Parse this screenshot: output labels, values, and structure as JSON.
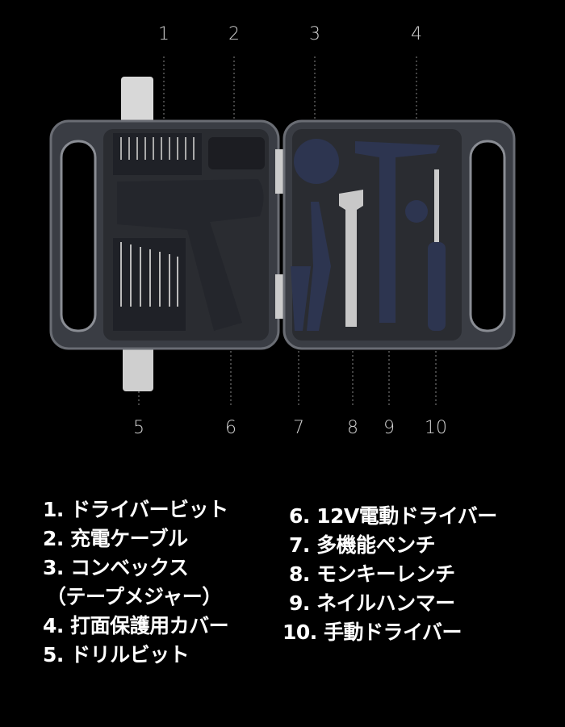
{
  "callout_numbers": {
    "top": [
      "1",
      "2",
      "3",
      "4"
    ],
    "bottom": [
      "5",
      "6",
      "7",
      "8",
      "9",
      "10"
    ]
  },
  "legend": {
    "left": [
      "1. ドライバービット",
      "2. 充電ケーブル",
      "3. コンベックス",
      "（テープメジャー）",
      "4. 打面保護用カバー",
      "5. ドリルビット"
    ],
    "right": [
      "6. 12V電動ドライバー",
      "7. 多機能ペンチ",
      "8. モンキーレンチ",
      "9. ネイルハンマー",
      "10. 手動ドライバー"
    ]
  },
  "colors": {
    "background": "#000000",
    "case": "#3a3d44",
    "tray": "#2a2c31",
    "tools": "#2d3550",
    "text": "#ffffff"
  }
}
